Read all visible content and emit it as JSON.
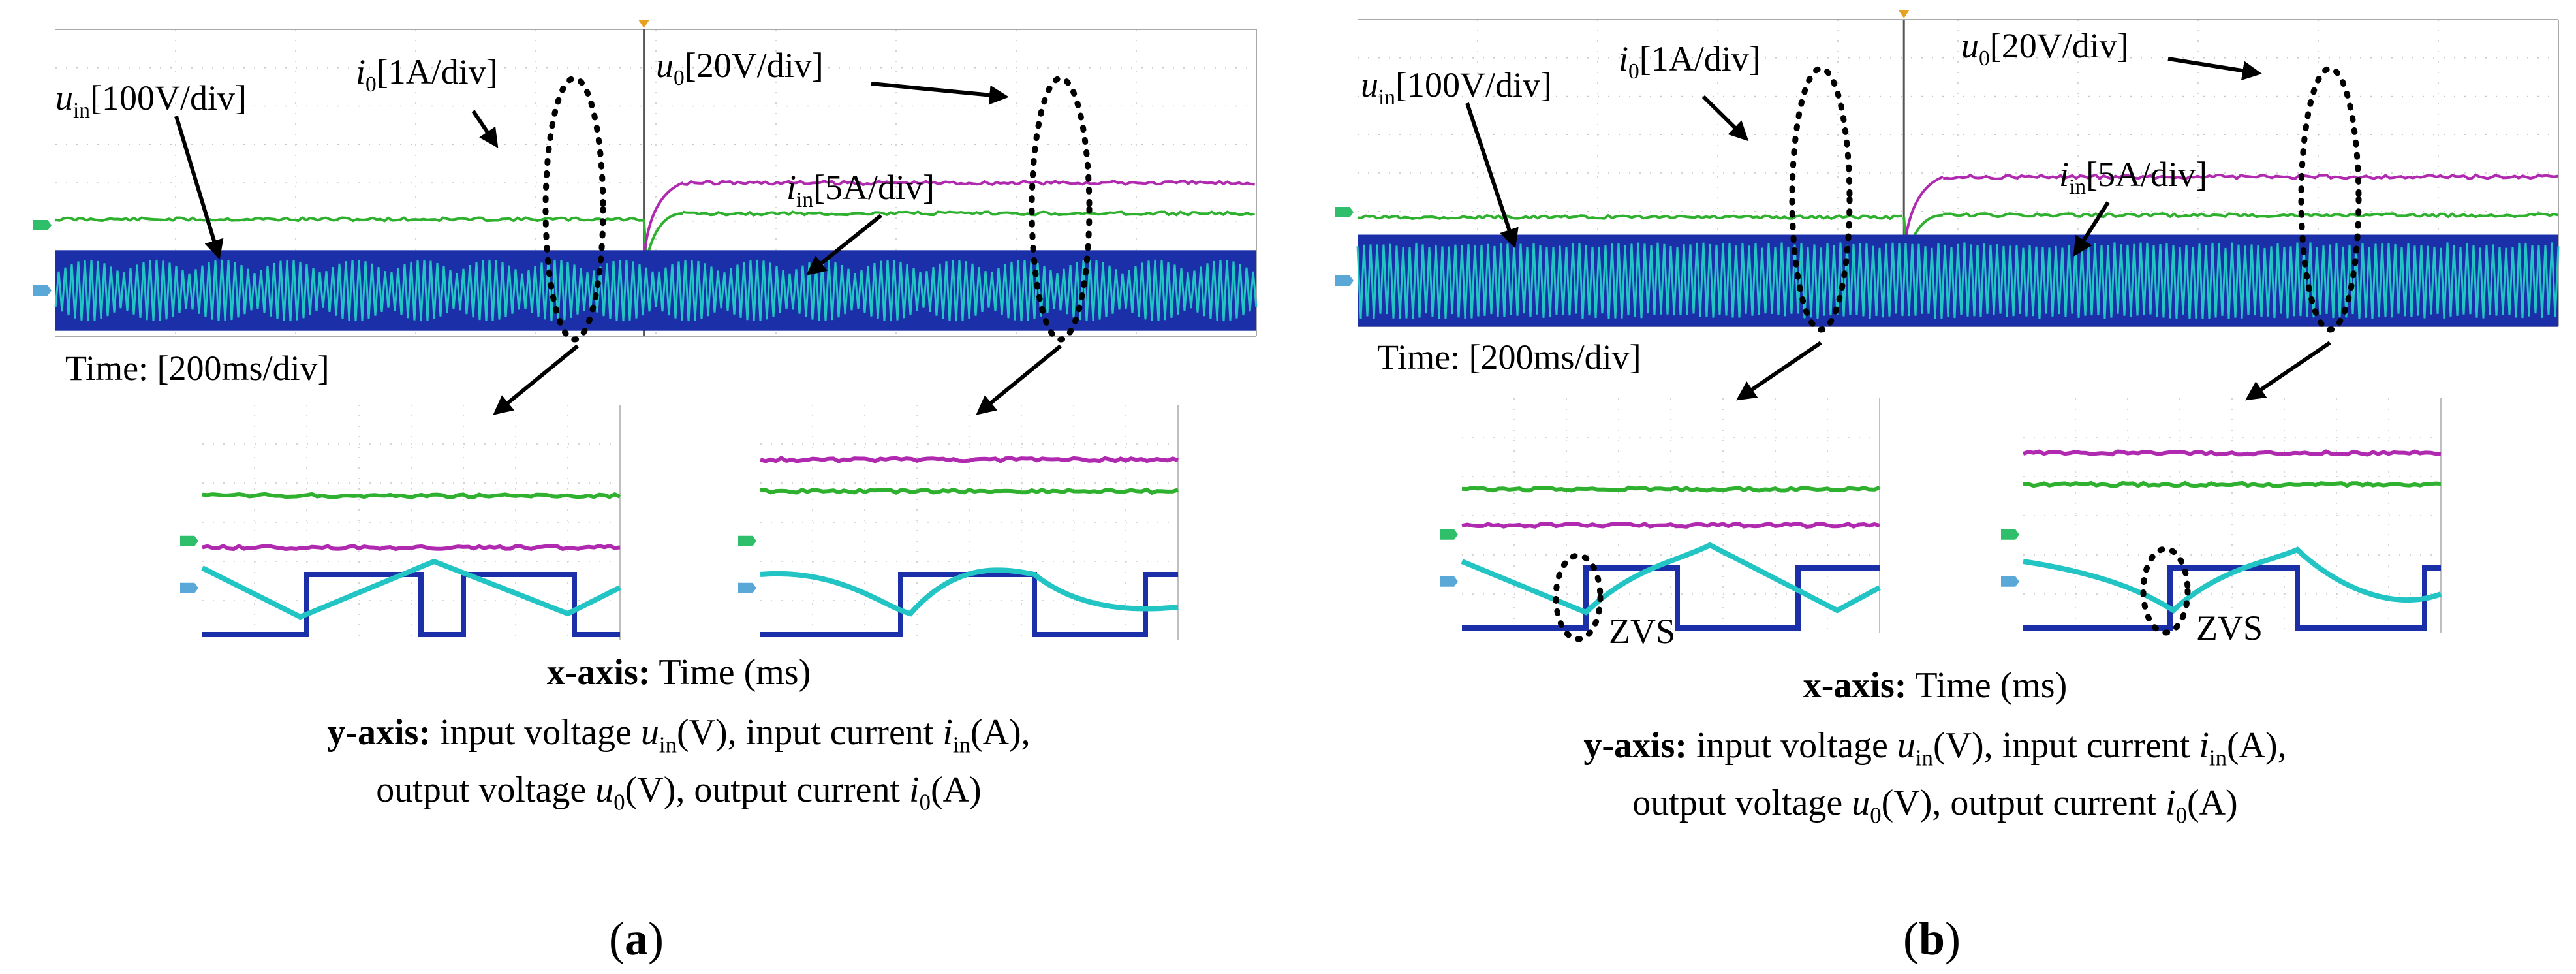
{
  "figure": {
    "panels": [
      {
        "id": "a",
        "panel_label": "a",
        "signal_labels": {
          "uin": {
            "var": "u",
            "sub": "in",
            "scale": "[100V/div]"
          },
          "i0": {
            "var": "i",
            "sub": "0",
            "scale": "[1A/div]"
          },
          "u0": {
            "var": "u",
            "sub": "0",
            "scale": "[20V/div]"
          },
          "iin": {
            "var": "i",
            "sub": "in",
            "scale": "[5A/div]"
          }
        },
        "time_label": "Time: [200ms/div]",
        "zvs_labels": [],
        "x_axis_caption": {
          "bold": "x-axis:",
          "text": " Time (ms)"
        },
        "y_axis_caption": {
          "bold": "y-axis:",
          "line1": [
            {
              "t": " input voltage "
            },
            {
              "i": "u",
              "sub": "in"
            },
            {
              "t": "(V), input current "
            },
            {
              "i": "i",
              "sub": "in"
            },
            {
              "t": "(A),"
            }
          ],
          "line2": [
            {
              "t": "output voltage "
            },
            {
              "i": "u",
              "sub": "0"
            },
            {
              "t": "(V), output current "
            },
            {
              "i": "i",
              "sub": "0"
            },
            {
              "t": "(A)"
            }
          ]
        }
      },
      {
        "id": "b",
        "panel_label": "b",
        "signal_labels": {
          "uin": {
            "var": "u",
            "sub": "in",
            "scale": "[100V/div]"
          },
          "i0": {
            "var": "i",
            "sub": "0",
            "scale": "[1A/div]"
          },
          "u0": {
            "var": "u",
            "sub": "0",
            "scale": "[20V/div]"
          },
          "iin": {
            "var": "i",
            "sub": "in",
            "scale": "[5A/div]"
          }
        },
        "time_label": "Time: [200ms/div]",
        "zvs_labels": [
          "ZVS",
          "ZVS"
        ],
        "x_axis_caption": {
          "bold": "x-axis:",
          "text": " Time (ms)"
        },
        "y_axis_caption": {
          "bold": "y-axis:",
          "line1": [
            {
              "t": " input voltage "
            },
            {
              "i": "u",
              "sub": "in"
            },
            {
              "t": "(V), input current "
            },
            {
              "i": "i",
              "sub": "in"
            },
            {
              "t": "(A),"
            }
          ],
          "line2": [
            {
              "t": "output voltage "
            },
            {
              "i": "u",
              "sub": "0"
            },
            {
              "t": "(V), output current "
            },
            {
              "i": "i",
              "sub": "0"
            },
            {
              "t": "(A)"
            }
          ]
        }
      }
    ]
  },
  "chart_data": [
    {
      "type": "line",
      "panel": "a",
      "view": "main",
      "xlabel": "Time: [200ms/div]",
      "x_divisions": 10,
      "step_time_div": 4.9,
      "series": [
        {
          "name": "i0[1A/div]",
          "color": "#2fb02f",
          "before_div": 3.05,
          "after_div": 3.2
        },
        {
          "name": "u0[20V/div]",
          "color": "#b02ab0",
          "before_div": 2.0,
          "after_div": 4.0
        },
        {
          "name": "uin[100V/div]",
          "color": "#1a2fa8",
          "amplitude_div": 1.05
        },
        {
          "name": "iin[5A/div]",
          "color": "#22c4c4",
          "amplitude_div": 0.8
        }
      ],
      "colors": {
        "i0": "#2fb02f",
        "u0": "#b02ab0",
        "uin": "#1a2fa8",
        "iin": "#22c4c4"
      }
    },
    {
      "type": "line",
      "panel": "a",
      "view": "zoom-before-step",
      "xlabel": "Time (ms)",
      "series": [
        {
          "name": "i0",
          "level_div": 3.2
        },
        {
          "name": "u0",
          "level_div": 2.05
        },
        {
          "name": "uin",
          "shape": "square"
        },
        {
          "name": "iin",
          "shape": "triangular"
        }
      ]
    },
    {
      "type": "line",
      "panel": "a",
      "view": "zoom-after-step",
      "xlabel": "Time (ms)",
      "series": [
        {
          "name": "u0",
          "level_div": 4.0
        },
        {
          "name": "i0",
          "level_div": 3.3
        },
        {
          "name": "uin",
          "shape": "square"
        },
        {
          "name": "iin",
          "shape": "curved"
        }
      ]
    },
    {
      "type": "line",
      "panel": "b",
      "view": "main",
      "xlabel": "Time: [200ms/div]",
      "x_divisions": 10,
      "step_time_div": 4.55,
      "series": [
        {
          "name": "i0[1A/div]",
          "color": "#2fb02f",
          "before_div": 2.85,
          "after_div": 2.9
        },
        {
          "name": "u0[20V/div]",
          "color": "#b02ab0",
          "before_div": 1.9,
          "after_div": 3.9
        },
        {
          "name": "uin[100V/div]",
          "color": "#1a2fa8",
          "amplitude_div": 1.2
        },
        {
          "name": "iin[5A/div]",
          "color": "#22c4c4",
          "amplitude_div": 1.0
        }
      ],
      "colors": {
        "i0": "#2fb02f",
        "u0": "#b02ab0",
        "uin": "#1a2fa8",
        "iin": "#22c4c4"
      }
    },
    {
      "type": "line",
      "panel": "b",
      "view": "zoom-before-step",
      "xlabel": "Time (ms)",
      "annotation": "ZVS",
      "series": [
        {
          "name": "i0",
          "level_div": 3.2
        },
        {
          "name": "u0",
          "level_div": 2.4
        },
        {
          "name": "uin",
          "shape": "square"
        },
        {
          "name": "iin",
          "shape": "triangular"
        }
      ]
    },
    {
      "type": "line",
      "panel": "b",
      "view": "zoom-after-step",
      "xlabel": "Time (ms)",
      "annotation": "ZVS",
      "series": [
        {
          "name": "u0",
          "level_div": 4.0
        },
        {
          "name": "i0",
          "level_div": 3.3
        },
        {
          "name": "uin",
          "shape": "square"
        },
        {
          "name": "iin",
          "shape": "curved"
        }
      ]
    }
  ]
}
